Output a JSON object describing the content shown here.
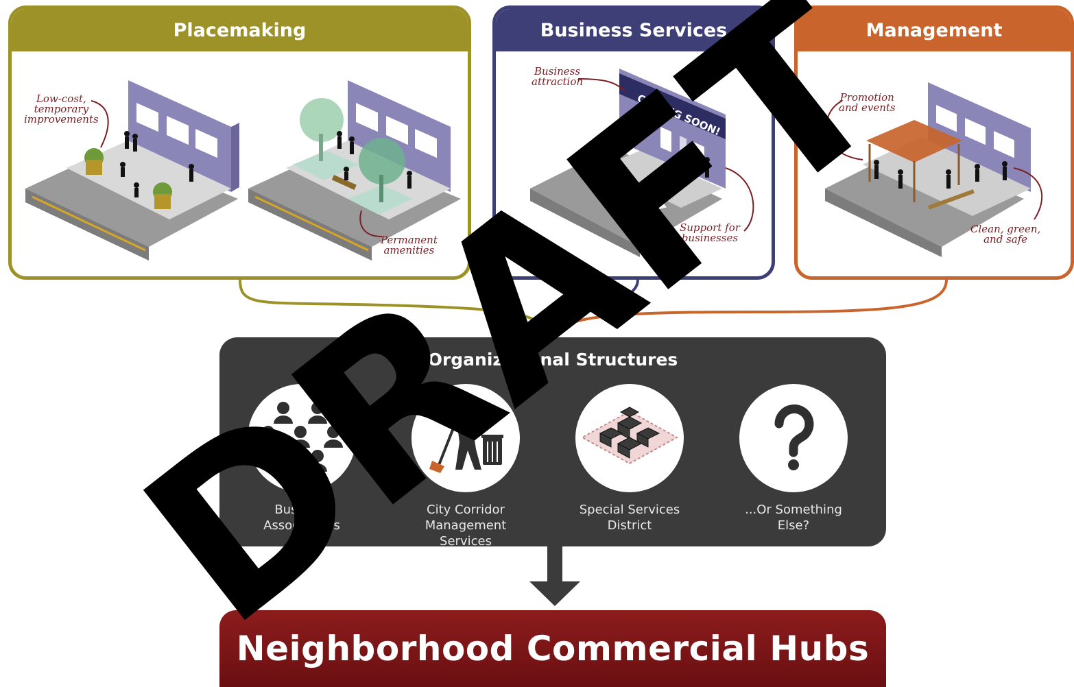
{
  "colors": {
    "placemaking": "#9c9228",
    "business": "#3f3f78",
    "management": "#c8642c",
    "org_bg": "#3b3b3b",
    "hub": "#7a1418",
    "annotation": "#7a1f24"
  },
  "panels": {
    "placemaking": {
      "title": "Placemaking",
      "note_temporary": "Low-cost,\ntemporary\nimprovements",
      "note_permanent": "Permanent\namenities"
    },
    "business": {
      "title": "Business Services",
      "note_attraction": "Business\nattraction",
      "note_support": "Support for\nbusinesses",
      "sign_text": "COMING SOON!"
    },
    "management": {
      "title": "Management",
      "note_promotion": "Promotion\nand events",
      "note_clean": "Clean, green,\nand safe"
    }
  },
  "organizational": {
    "title": "Organizational Structures",
    "items": [
      {
        "label": "Business\nAssociations",
        "icon": "people-group-icon"
      },
      {
        "label": "City Corridor\nManagement Services",
        "icon": "sweeper-icon"
      },
      {
        "label": "Special Services\nDistrict",
        "icon": "district-blocks-icon"
      },
      {
        "label": "...Or Something\nElse?",
        "icon": "question-mark-icon"
      }
    ]
  },
  "hub": {
    "title": "Neighborhood Commercial Hubs"
  },
  "watermark": "DRAFT"
}
